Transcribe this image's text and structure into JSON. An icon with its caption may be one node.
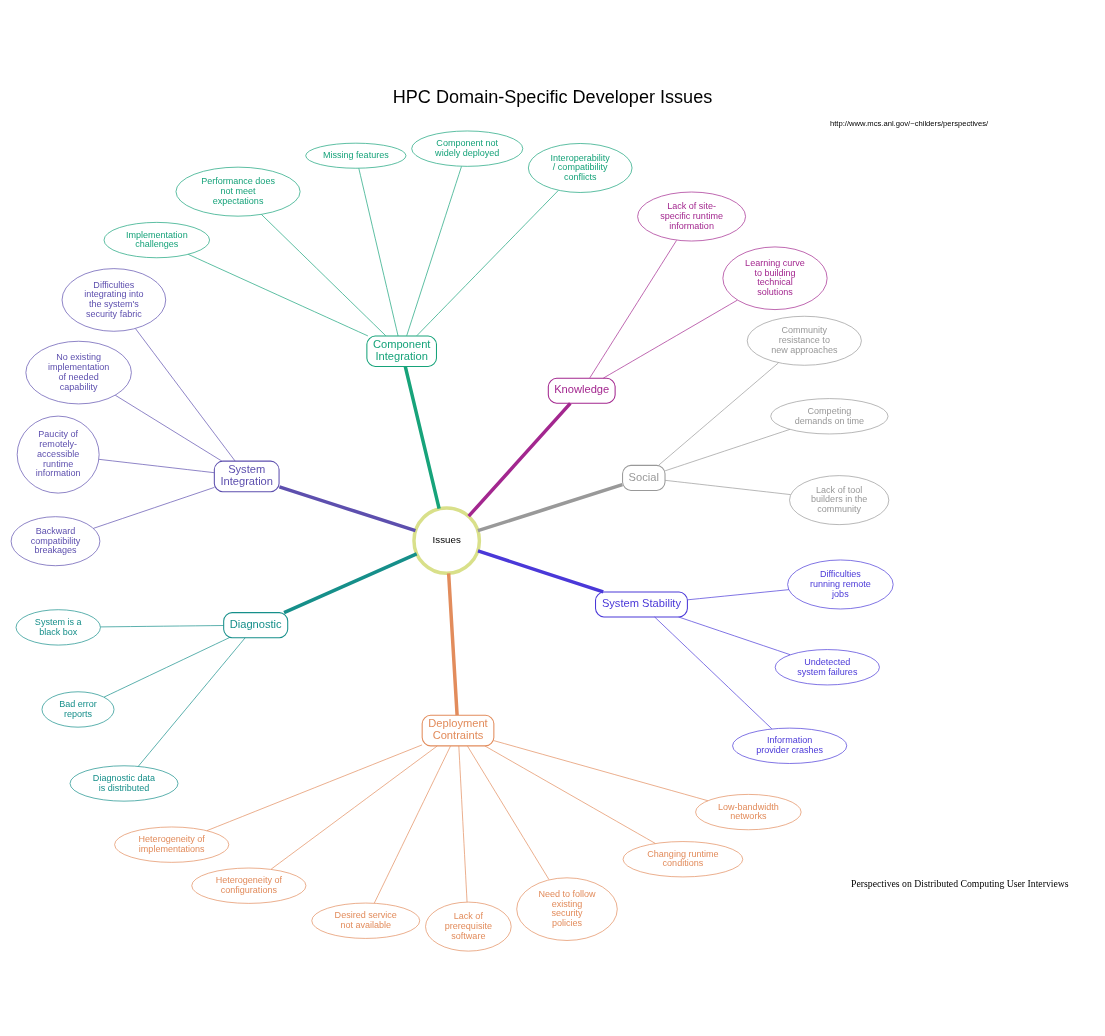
{
  "diagram": {
    "title": "HPC Domain-Specific Developer Issues",
    "nodes": [
      {
        "text": [
          "Issues"
        ]
      },
      {
        "text": [
          "Social"
        ]
      },
      {
        "text": [
          "Knowledge"
        ]
      },
      {
        "text": [
          "Component Integration"
        ]
      },
      {
        "text": [
          "System Integration"
        ]
      },
      {
        "text": [
          "Diagnostic"
        ]
      },
      {
        "text": [
          "Deployment Contraints"
        ]
      },
      {
        "text": [
          "System Stability"
        ]
      },
      {
        "text": [
          "Lack of tool builders in the community"
        ]
      },
      {
        "text": [
          "Competing demands on time"
        ]
      },
      {
        "text": [
          "Community resistance to new approaches"
        ]
      },
      {
        "text": [
          "Learning curve to building technical solutions"
        ]
      },
      {
        "text": [
          "Lack of site-specific runtime information"
        ]
      },
      {
        "text": [
          "Interoperability/ compatibility conflicts"
        ]
      },
      {
        "text": [
          "Component not widely deployed"
        ]
      },
      {
        "text": [
          "Missing features"
        ]
      },
      {
        "text": [
          "Performance does not meet expectations"
        ]
      },
      {
        "text": [
          "Implementation challenges"
        ]
      },
      {
        "text": [
          "Difficulties integrating into the system's security fabric"
        ]
      },
      {
        "text": [
          "No existing implementation of needed capability"
        ]
      },
      {
        "text": [
          "Paucity of remotely-accessible runtime information"
        ]
      },
      {
        "text": [
          "Backward compatibility breakages"
        ]
      },
      {
        "text": [
          "System is a black box"
        ]
      },
      {
        "text": [
          "Bad error reports"
        ]
      },
      {
        "text": [
          "Diagnostic data is distributed"
        ]
      },
      {
        "text": [
          "Heterogeneity of implementations"
        ]
      },
      {
        "text": [
          "Heterogeneity of configurations"
        ]
      },
      {
        "text": [
          "Desired service not available"
        ]
      },
      {
        "text": [
          "Lack of prerequisite software"
        ]
      },
      {
        "text": [
          "Need to follow existing security policies"
        ]
      },
      {
        "text": [
          "Changing runtime conditions"
        ]
      },
      {
        "text": [
          "Low-bandwidth networks"
        ]
      },
      {
        "text": [
          "Information provider crashes"
        ]
      },
      {
        "text": [
          "Undetected system failures"
        ]
      },
      {
        "text": [
          "Difficulties running remote jobs"
        ]
      }
    ],
    "edges": [
      {
        "from": 0,
        "to": 1,
        "arrow": "none",
        "style": "thick",
        "color": "#999999"
      },
      {
        "from": 0,
        "to": 2,
        "arrow": "none",
        "style": "thick",
        "color": "#a3278f"
      },
      {
        "from": 0,
        "to": 3,
        "arrow": "none",
        "style": "thick",
        "color": "#17a37a"
      },
      {
        "from": 0,
        "to": 4,
        "arrow": "none",
        "style": "thick",
        "color": "#5d4fae"
      },
      {
        "from": 0,
        "to": 5,
        "arrow": "none",
        "style": "thick",
        "color": "#168f8a"
      },
      {
        "from": 0,
        "to": 6,
        "arrow": "none",
        "style": "thick",
        "color": "#e28c5c"
      },
      {
        "from": 0,
        "to": 7,
        "arrow": "none",
        "style": "thick",
        "color": "#4a38d8"
      },
      {
        "from": 1,
        "to": 8,
        "arrow": "none",
        "color": "#999999"
      },
      {
        "from": 1,
        "to": 9,
        "arrow": "none",
        "color": "#999999"
      },
      {
        "from": 1,
        "to": 10,
        "arrow": "none",
        "color": "#999999"
      },
      {
        "from": 2,
        "to": 11,
        "arrow": "none",
        "color": "#a3278f"
      },
      {
        "from": 2,
        "to": 12,
        "arrow": "none",
        "color": "#a3278f"
      },
      {
        "from": 3,
        "to": 13,
        "arrow": "none",
        "color": "#17a37a"
      },
      {
        "from": 3,
        "to": 14,
        "arrow": "none",
        "color": "#17a37a"
      },
      {
        "from": 3,
        "to": 15,
        "arrow": "none",
        "color": "#17a37a"
      },
      {
        "from": 3,
        "to": 16,
        "arrow": "none",
        "color": "#17a37a"
      },
      {
        "from": 3,
        "to": 17,
        "arrow": "none",
        "color": "#17a37a"
      },
      {
        "from": 4,
        "to": 18,
        "arrow": "none",
        "color": "#5d4fae"
      },
      {
        "from": 4,
        "to": 19,
        "arrow": "none",
        "color": "#5d4fae"
      },
      {
        "from": 4,
        "to": 20,
        "arrow": "none",
        "color": "#5d4fae"
      },
      {
        "from": 4,
        "to": 21,
        "arrow": "none",
        "color": "#5d4fae"
      },
      {
        "from": 5,
        "to": 22,
        "arrow": "none",
        "color": "#168f8a"
      },
      {
        "from": 5,
        "to": 23,
        "arrow": "none",
        "color": "#168f8a"
      },
      {
        "from": 5,
        "to": 24,
        "arrow": "none",
        "color": "#168f8a"
      },
      {
        "from": 6,
        "to": 25,
        "arrow": "none",
        "color": "#e28c5c"
      },
      {
        "from": 6,
        "to": 26,
        "arrow": "none",
        "color": "#e28c5c"
      },
      {
        "from": 6,
        "to": 27,
        "arrow": "none",
        "color": "#e28c5c"
      },
      {
        "from": 6,
        "to": 28,
        "arrow": "none",
        "color": "#e28c5c"
      },
      {
        "from": 6,
        "to": 29,
        "arrow": "none",
        "color": "#e28c5c"
      },
      {
        "from": 6,
        "to": 30,
        "arrow": "none",
        "color": "#e28c5c"
      },
      {
        "from": 6,
        "to": 31,
        "arrow": "none",
        "color": "#e28c5c"
      },
      {
        "from": 7,
        "to": 32,
        "arrow": "none",
        "color": "#4a38d8"
      },
      {
        "from": 7,
        "to": 33,
        "arrow": "none",
        "color": "#4a38d8"
      },
      {
        "from": 7,
        "to": 34,
        "arrow": "none",
        "color": "#4a38d8"
      }
    ],
    "labels": [
      "Perspectives on Distributed Computing User Interviews",
      "http://www.mcs.anl.gov/~childers/perspectives/"
    ]
  }
}
